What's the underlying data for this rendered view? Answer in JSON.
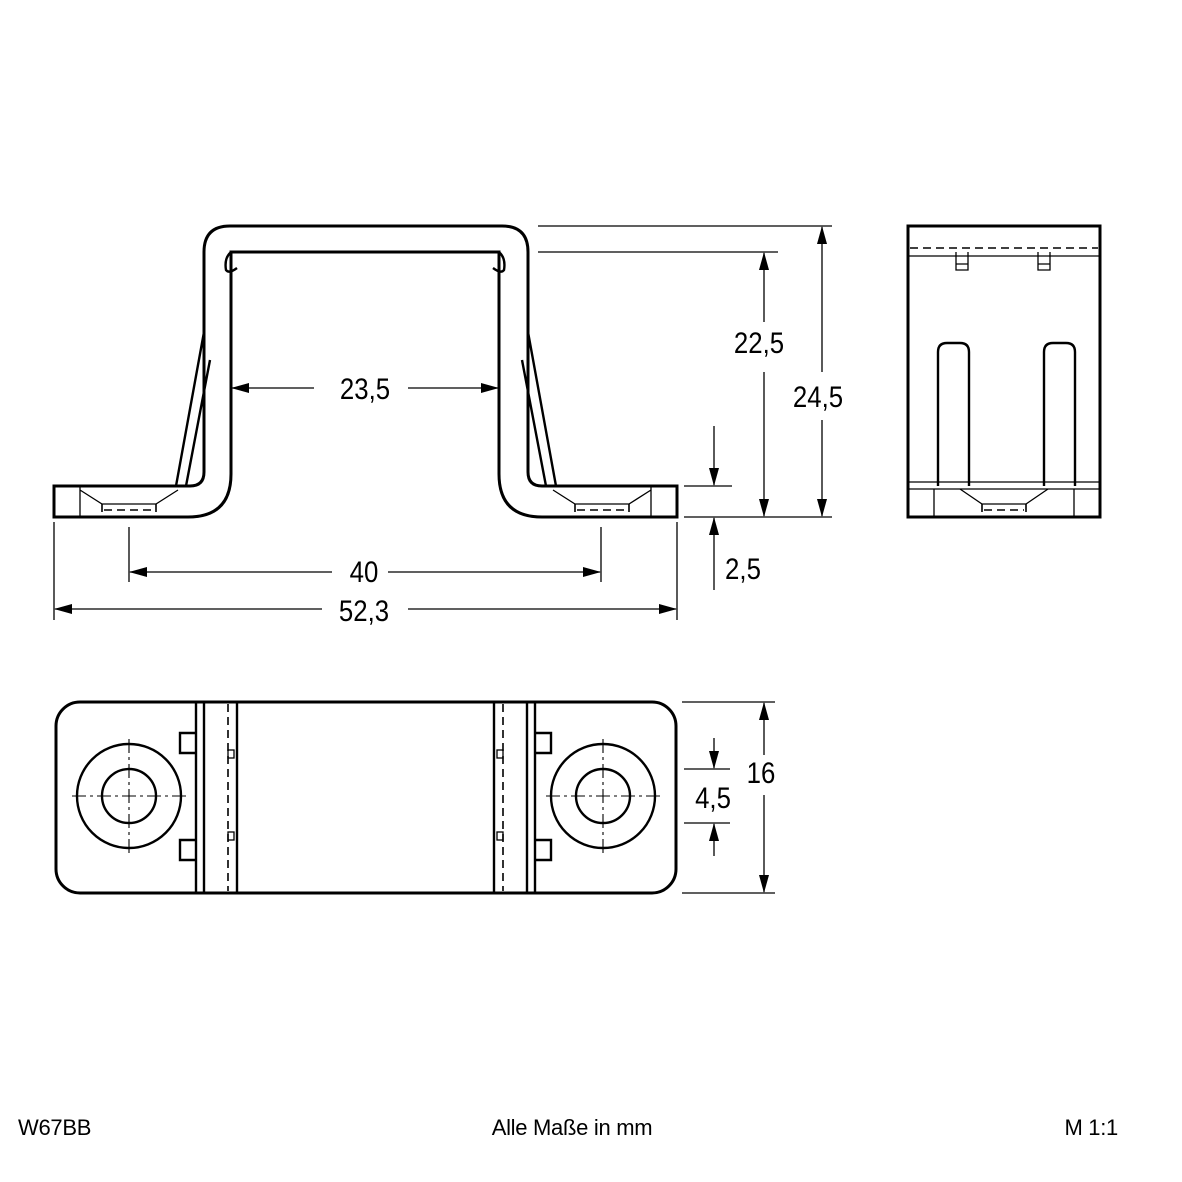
{
  "dimensions": {
    "overall_height": "24,5",
    "inner_height": "22,5",
    "inner_width": "23,5",
    "hole_spacing": "40",
    "overall_length": "52,3",
    "base_thickness": "2,5",
    "width": "16",
    "hole_diameter": "4,5"
  },
  "footer": {
    "part_number": "W67BB",
    "units_note": "Alle Maße in mm",
    "scale": "M 1:1"
  }
}
